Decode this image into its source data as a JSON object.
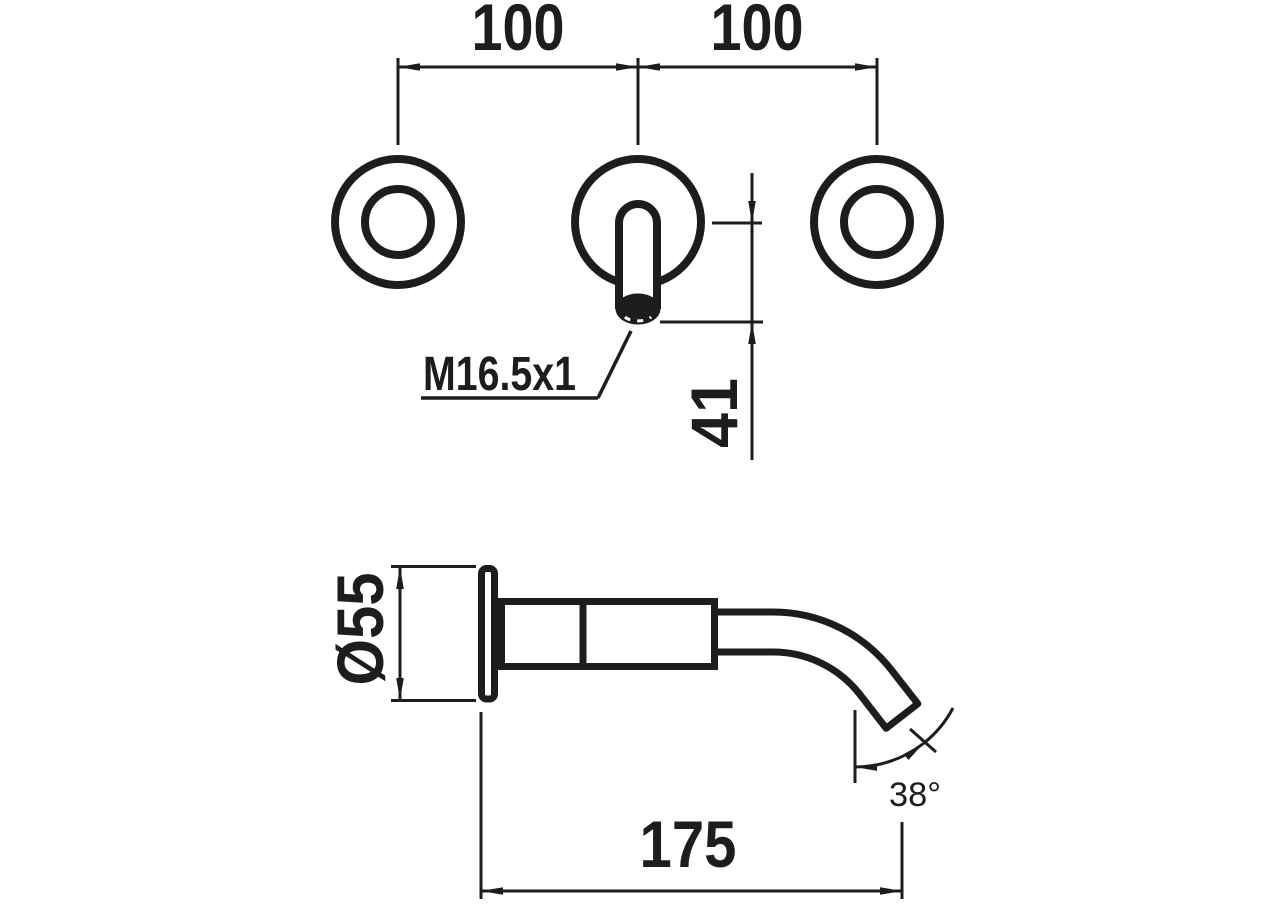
{
  "colors": {
    "ink": "#1d1d1b",
    "background": "#ffffff"
  },
  "top_view": {
    "left_spacing_label": "100",
    "right_spacing_label": "100",
    "thread_label": "M16.5x1",
    "drop_height_label": "41"
  },
  "side_view": {
    "escutcheon_diameter_label": "Ø55",
    "projection_label": "175",
    "spout_angle_label": "38°"
  }
}
